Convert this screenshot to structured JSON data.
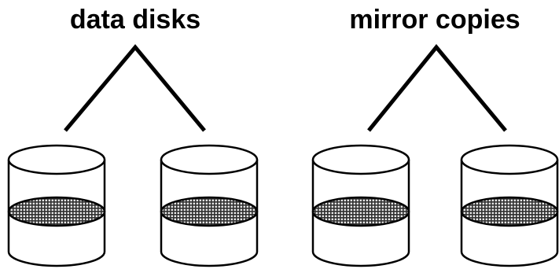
{
  "diagram": {
    "groups": [
      {
        "label": "data disks",
        "disks": 2
      },
      {
        "label": "mirror copies",
        "disks": 2
      }
    ],
    "colors": {
      "stroke": "#000000",
      "fill": "#ffffff",
      "band_dark": "#303030",
      "band_light": "#e8e8e8"
    }
  }
}
